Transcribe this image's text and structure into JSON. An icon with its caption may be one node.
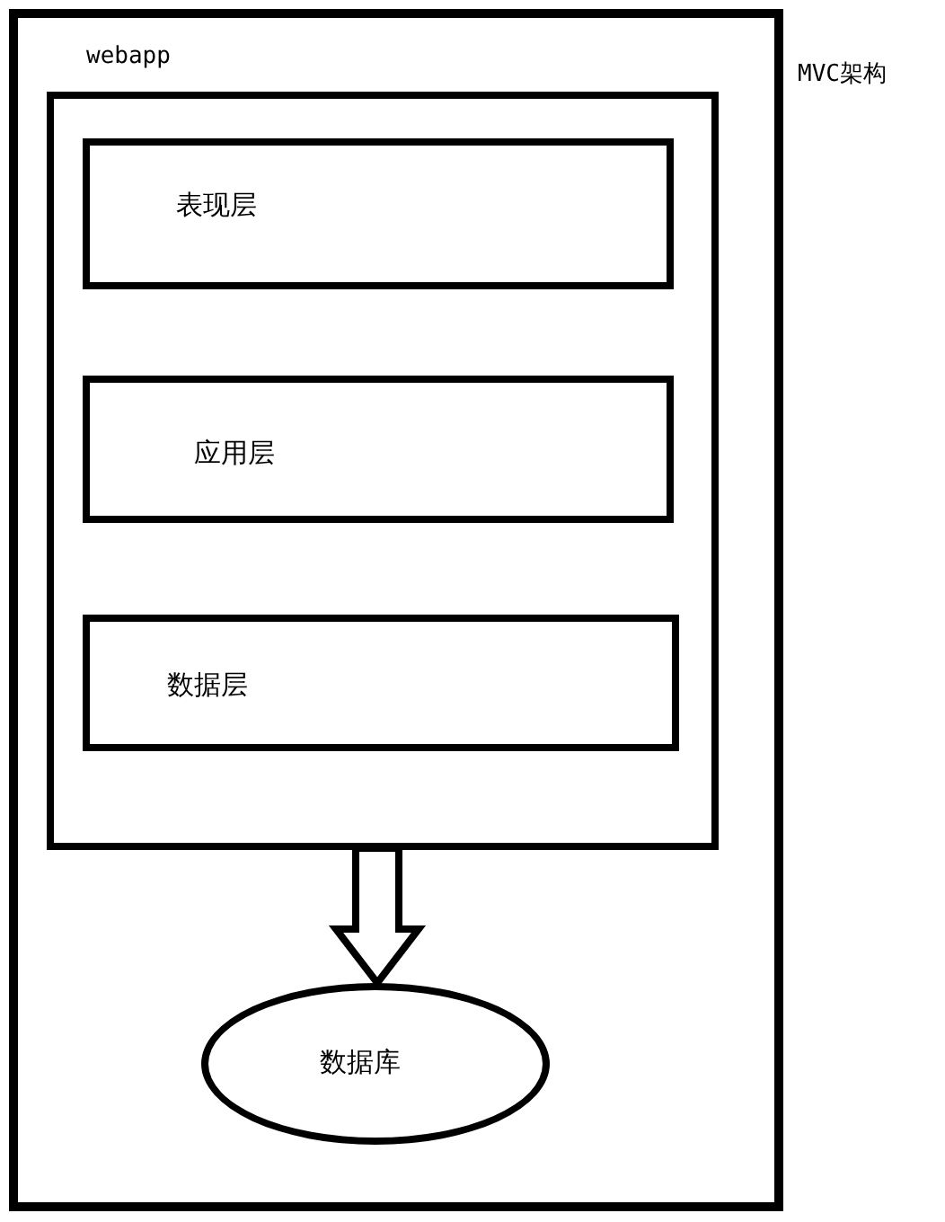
{
  "diagram": {
    "title": "MVC架构",
    "nodes": [
      {
        "text": [
          "webapp"
        ]
      },
      {
        "text": [],
        "shape": "box",
        "in": 0
      },
      {
        "text": [
          "表现层"
        ],
        "in": 1
      },
      {
        "text": [
          "应用层"
        ],
        "in": 1
      },
      {
        "text": [
          "数据层"
        ],
        "in": 1
      },
      {
        "text": [
          "数据库"
        ],
        "in": 0
      }
    ],
    "edges": [
      {
        "from": 1,
        "to": 5,
        "arrow": "to",
        "style": "thick"
      }
    ]
  }
}
